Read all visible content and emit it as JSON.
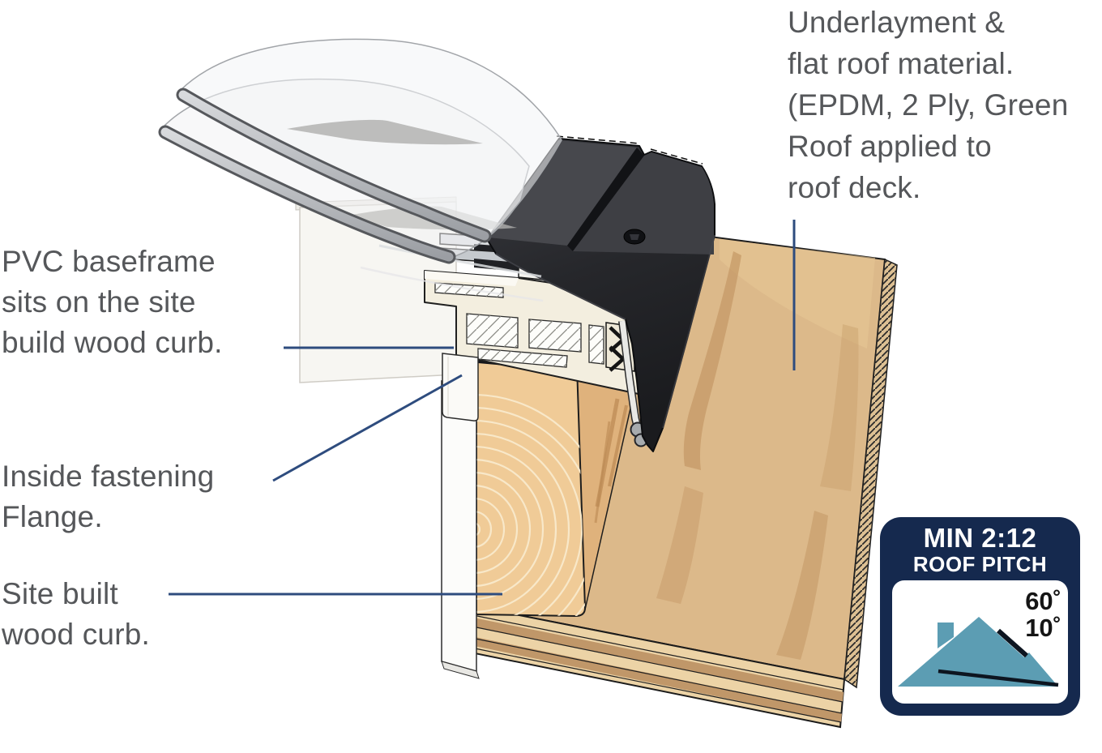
{
  "annotations": {
    "underlayment": {
      "lines": [
        "Underlayment &",
        "flat roof material.",
        "(EPDM, 2 Ply, Green",
        "Roof applied to",
        "roof deck."
      ]
    },
    "pvc_baseframe": {
      "lines": [
        "PVC baseframe",
        "sits on the site",
        "build wood curb."
      ]
    },
    "inside_flange": {
      "lines": [
        "Inside fastening",
        "Flange."
      ]
    },
    "site_curb": {
      "lines": [
        "Site built",
        "wood curb."
      ]
    }
  },
  "badge": {
    "title": "MIN 2:12",
    "subtitle": "ROOF PITCH",
    "angle_top": "60˚",
    "angle_bottom": "10˚"
  },
  "colors": {
    "text_gray": "#55575A",
    "leader_navy": "#2E4C7E",
    "badge_navy": "#15294E",
    "badge_teal": "#5C9DB3",
    "flashing_dark": "#26272B",
    "pvc_cream": "#F3EEDF",
    "curb_wood": "#F0CB97",
    "deck_wood": "#DCB98A"
  }
}
